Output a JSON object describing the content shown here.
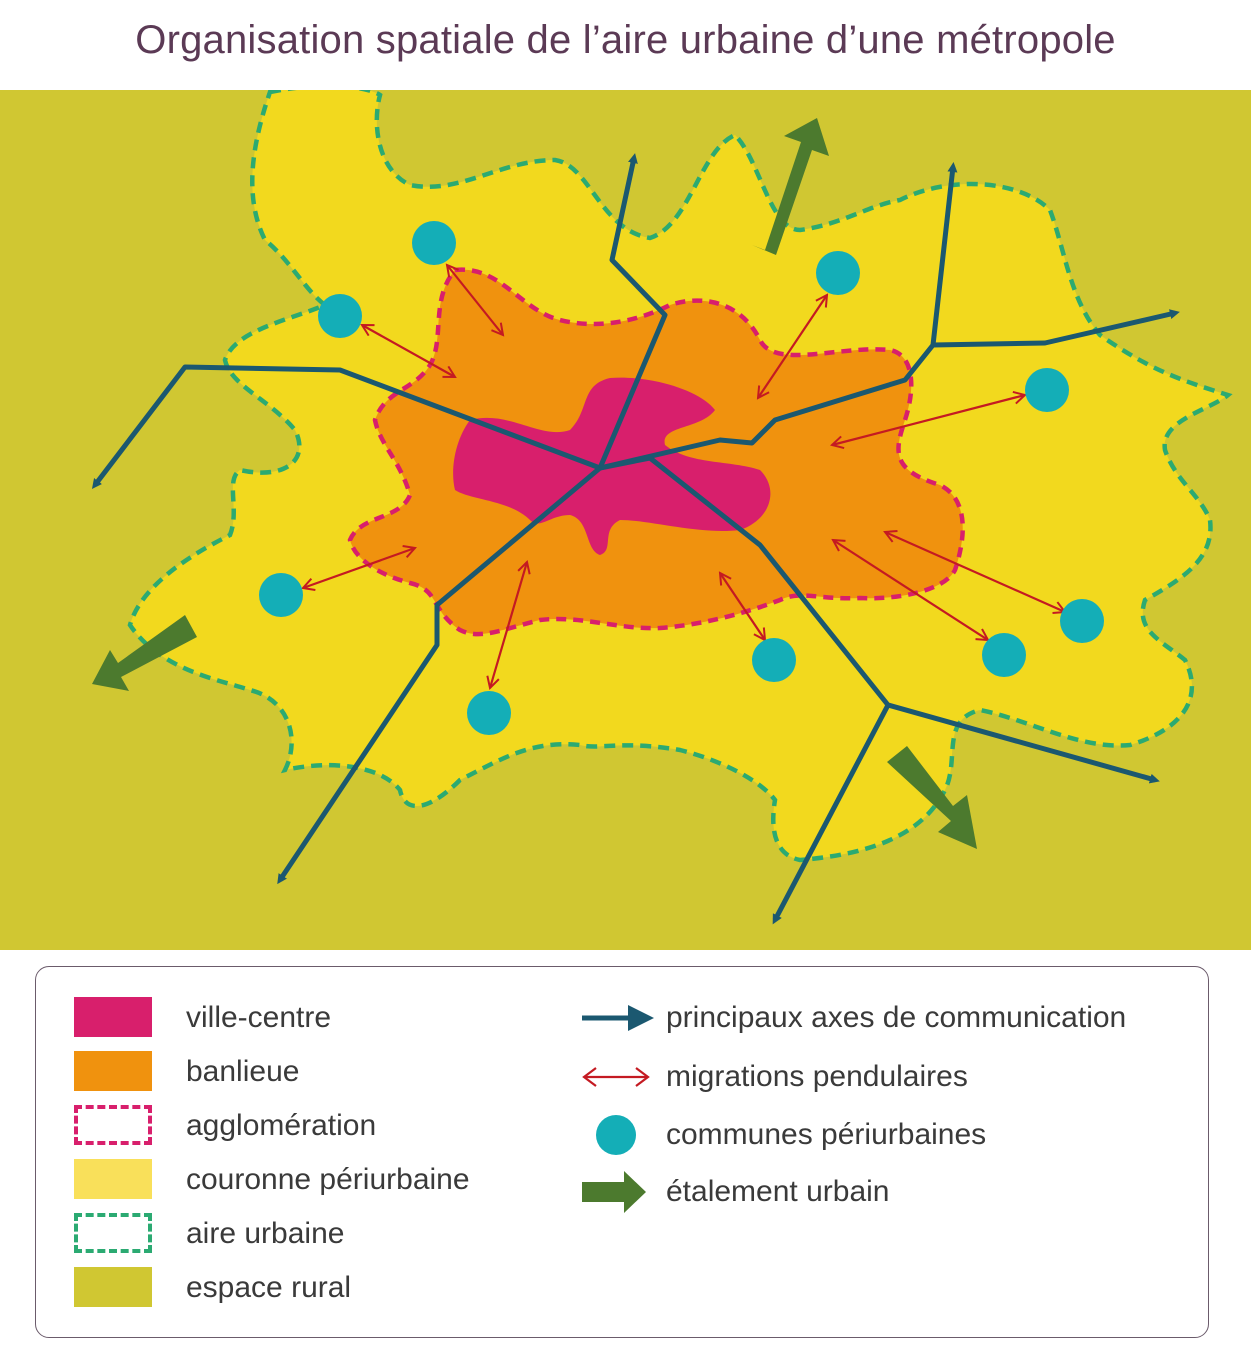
{
  "title": "Organisation spatiale de l’aire urbaine d’une métropole",
  "colors": {
    "ville_centre": "#d81f6c",
    "banlieue": "#f0920e",
    "agglomeration_border": "#d81f6c",
    "couronne": "#f2d91e",
    "couronne_legend": "#f9e05a",
    "aire_border": "#2baa72",
    "rural": "#d0c732",
    "axes": "#1b5870",
    "migrations": "#c41a22",
    "communes": "#14aeb7",
    "etalement": "#4c7a2e"
  },
  "legend": {
    "left": [
      {
        "key": "ville_centre",
        "label": "ville-centre"
      },
      {
        "key": "banlieue",
        "label": "banlieue"
      },
      {
        "key": "agglomeration",
        "label": "agglomération"
      },
      {
        "key": "couronne",
        "label": "couronne périurbaine"
      },
      {
        "key": "aire",
        "label": "aire urbaine"
      },
      {
        "key": "rural",
        "label": "espace rural"
      }
    ],
    "right": [
      {
        "key": "axes",
        "label": "principaux axes de communication"
      },
      {
        "key": "migrations",
        "label": "migrations pendulaires"
      },
      {
        "key": "communes",
        "label": "communes périurbaines"
      },
      {
        "key": "etalement",
        "label": "étalement urbain"
      }
    ]
  }
}
